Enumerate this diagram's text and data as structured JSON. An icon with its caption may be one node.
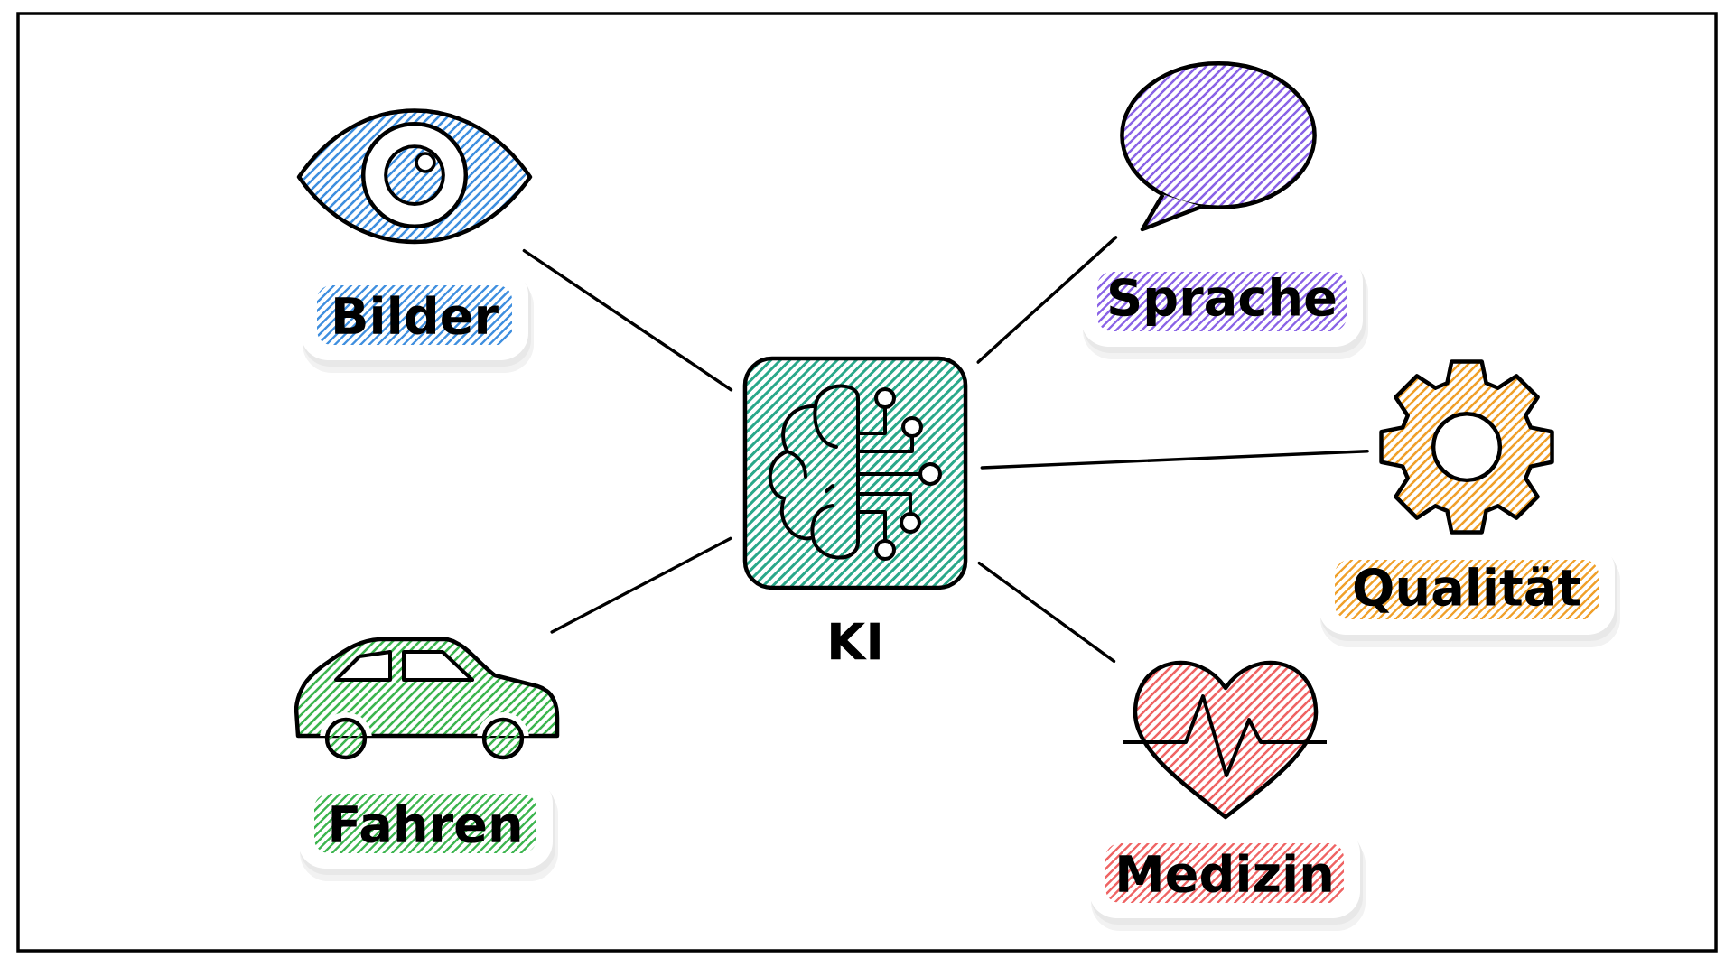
{
  "diagram": {
    "nodes": [
      {
        "text": [
          "Bilder"
        ]
      },
      {
        "text": [
          "Sprache"
        ]
      },
      {
        "text": [
          "KI"
        ]
      },
      {
        "text": [
          "Qualität"
        ]
      },
      {
        "text": [
          "Fahren"
        ]
      },
      {
        "text": [
          "Medizin"
        ]
      }
    ],
    "edges": [
      {
        "from": 2,
        "to": 0,
        "arrow": "none"
      },
      {
        "from": 2,
        "to": 1,
        "arrow": "none"
      },
      {
        "from": 2,
        "to": 3,
        "arrow": "none"
      },
      {
        "from": 2,
        "to": 4,
        "arrow": "none"
      },
      {
        "from": 2,
        "to": 5,
        "arrow": "none"
      }
    ]
  }
}
